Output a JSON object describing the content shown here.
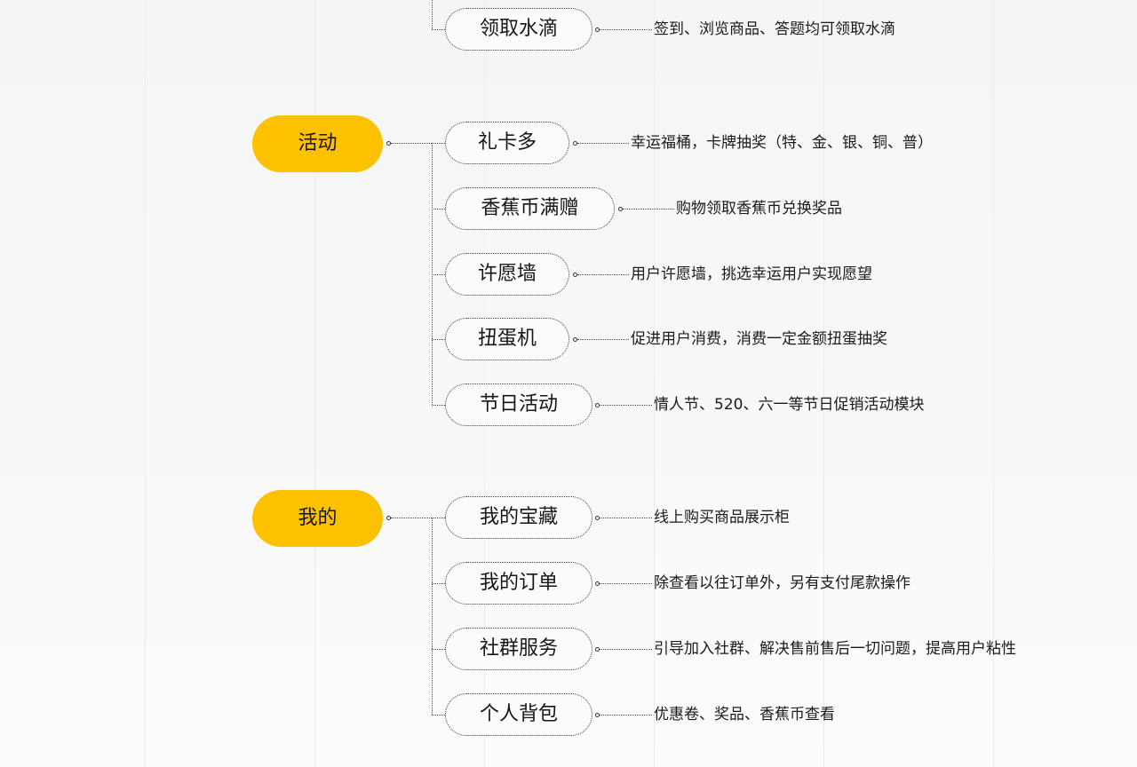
{
  "colors": {
    "root_fill": "#fdc100",
    "line": "#4a4a4a"
  },
  "groups": [
    {
      "root": "",
      "items": [
        {
          "label": "领取水滴",
          "desc": "签到、浏览商品、答题均可领取水滴"
        }
      ]
    },
    {
      "root": "活动",
      "items": [
        {
          "label": "礼卡多",
          "desc": "幸运福桶，卡牌抽奖（特、金、银、铜、普）"
        },
        {
          "label": "香蕉币满赠",
          "desc": "购物领取香蕉币兑换奖品"
        },
        {
          "label": "许愿墙",
          "desc": "用户许愿墙，挑选幸运用户实现愿望"
        },
        {
          "label": "扭蛋机",
          "desc": "促进用户消费，消费一定金额扭蛋抽奖"
        },
        {
          "label": "节日活动",
          "desc": "情人节、520、六一等节日促销活动模块"
        }
      ]
    },
    {
      "root": "我的",
      "items": [
        {
          "label": "我的宝藏",
          "desc": "线上购买商品展示柜"
        },
        {
          "label": "我的订单",
          "desc": "除查看以往订单外，另有支付尾款操作"
        },
        {
          "label": "社群服务",
          "desc": "引导加入社群、解决售前售后一切问题，提高用户粘性"
        },
        {
          "label": "个人背包",
          "desc": "优惠卷、奖品、香蕉币查看"
        }
      ]
    }
  ]
}
